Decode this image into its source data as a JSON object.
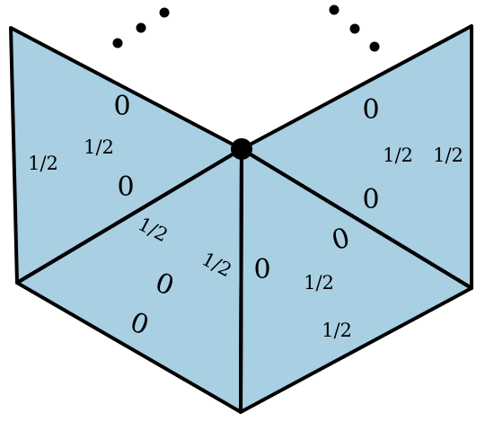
{
  "diagram": {
    "colors": {
      "face_fill": "#a8cfe2",
      "edge": "#000000",
      "vertex": "#000000",
      "ellipsis_dots": "#000000"
    },
    "labels": {
      "left_face_top_zero": "0",
      "left_face_half_a": "1/2",
      "left_face_half_b": "1/2",
      "left_face_lower_zero": "0",
      "left_diag_half": "1/2",
      "bottom_left_zero_a": "0",
      "bottom_left_zero_b": "0",
      "center_edge_half": "1/2",
      "center_edge_zero": "0",
      "right_face_top_zero": "0",
      "right_face_half_a": "1/2",
      "right_face_half_b": "1/2",
      "right_face_lower_zero": "0",
      "right_diag_zero": "0",
      "bottom_right_half_a": "1/2",
      "bottom_right_half_b": "1/2"
    }
  }
}
